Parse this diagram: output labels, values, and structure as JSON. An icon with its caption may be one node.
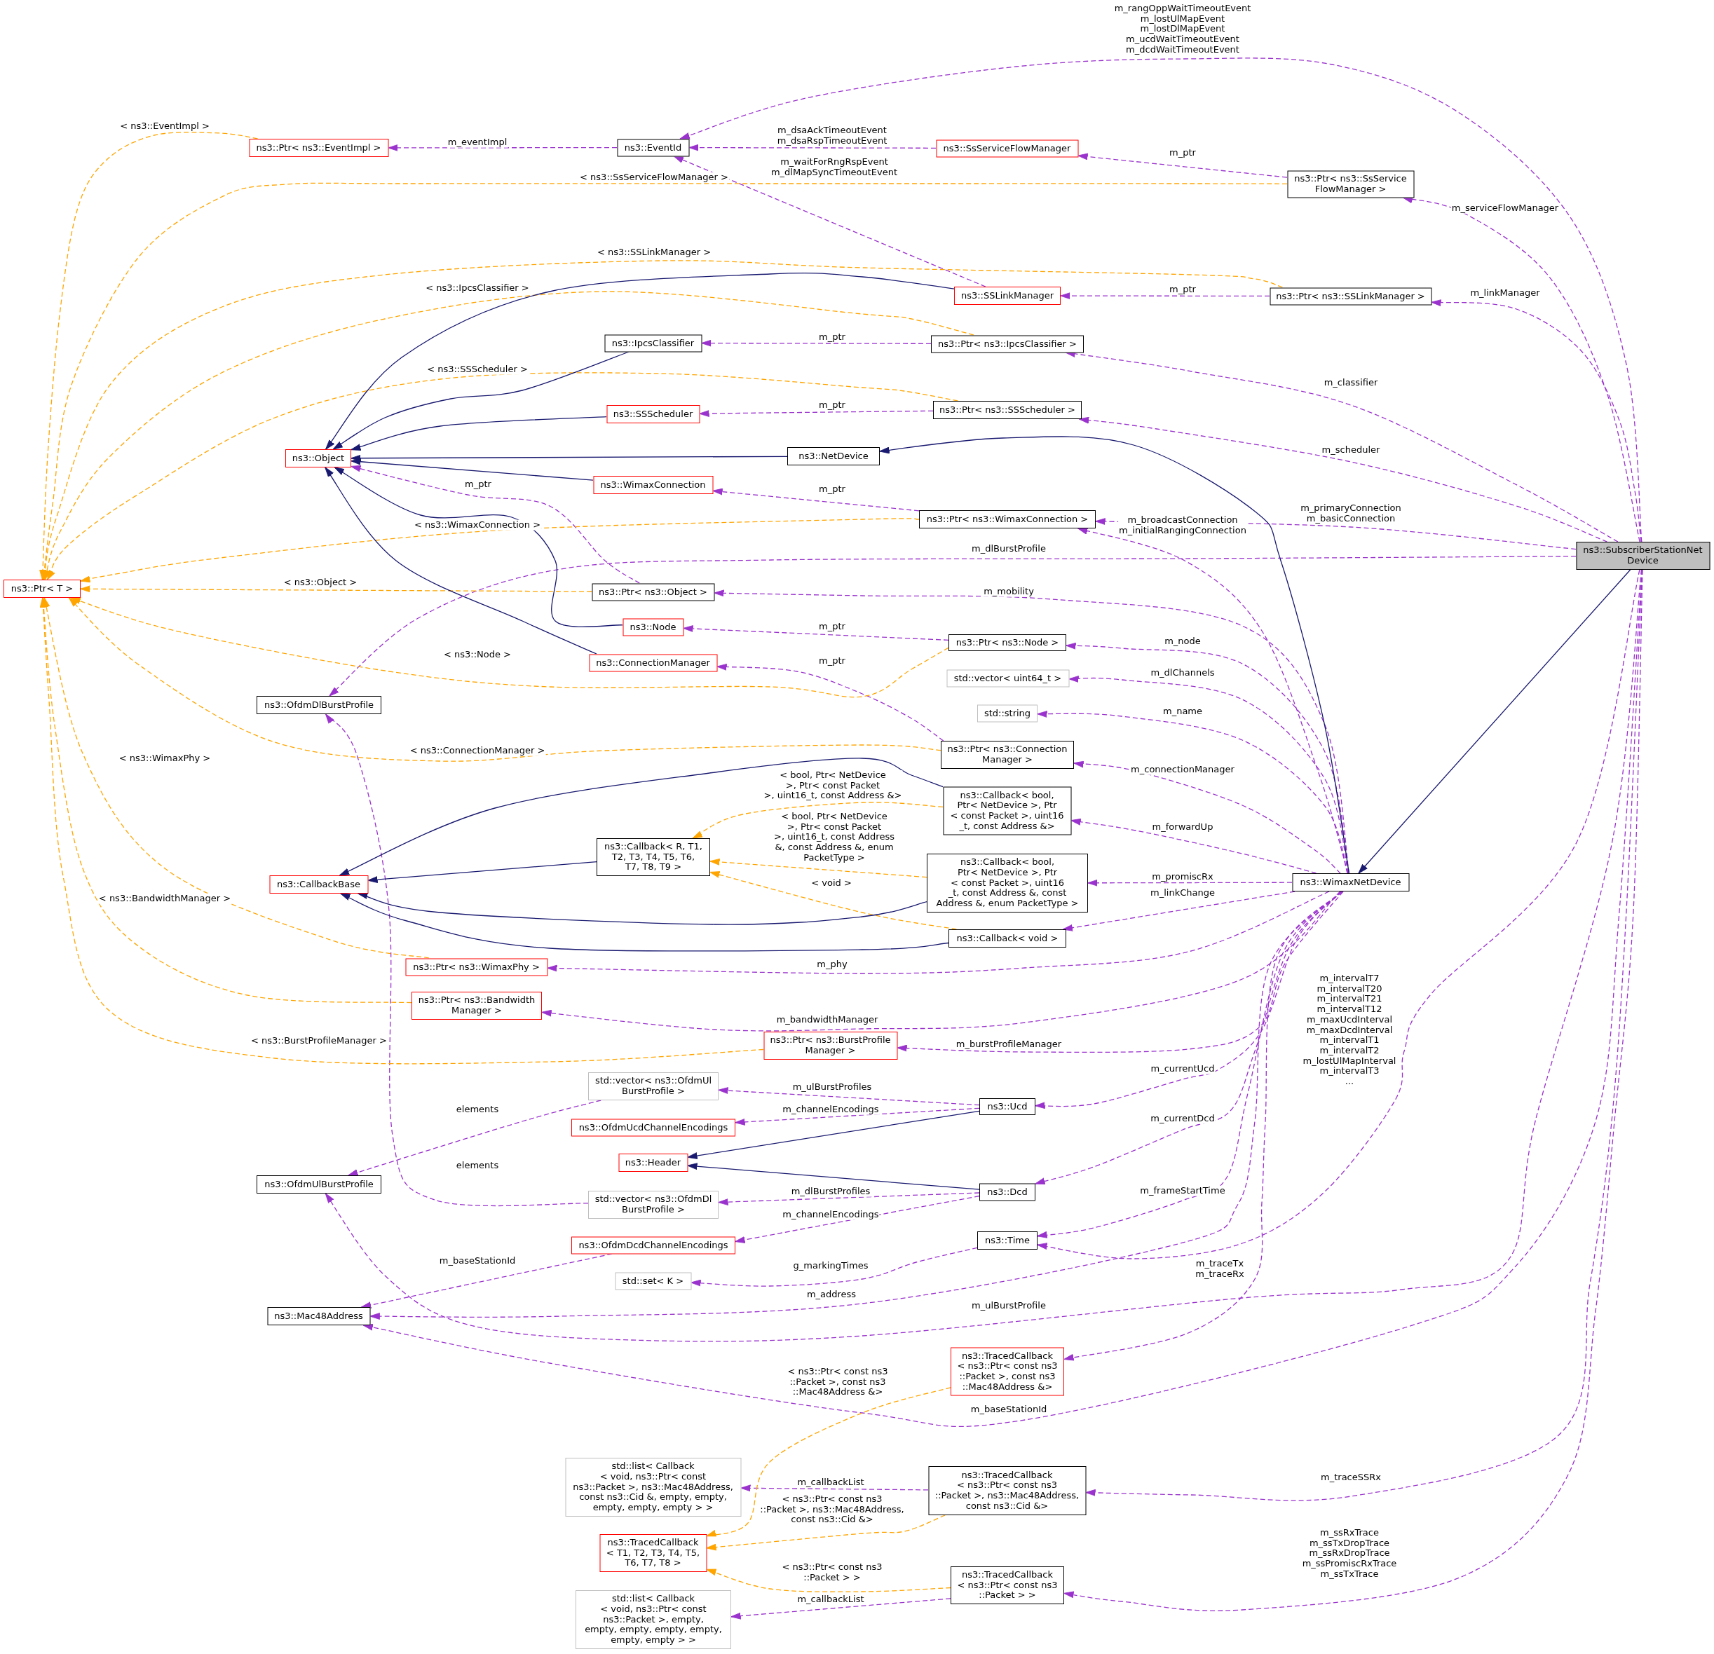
{
  "diagram": {
    "nodes": [
      {
        "text": [
          "ns3::Ptr< ns3::EventImpl >"
        ]
      },
      {
        "text": [
          "ns3::EventId"
        ]
      },
      {
        "text": [
          "ns3::SsServiceFlowManager"
        ]
      },
      {
        "text": [
          "ns3::Ptr< ns3::SsService FlowManager >"
        ]
      },
      {
        "text": [
          "ns3::SSLinkManager"
        ]
      },
      {
        "text": [
          "ns3::Ptr< ns3::SSLinkManager >"
        ]
      },
      {
        "text": [
          "ns3::IpcsClassifier"
        ]
      },
      {
        "text": [
          "ns3::Ptr< ns3::IpcsClassifier >"
        ]
      },
      {
        "text": [
          "ns3::SSScheduler"
        ]
      },
      {
        "text": [
          "ns3::Ptr< ns3::SSScheduler >"
        ]
      },
      {
        "text": [
          "ns3::Object"
        ]
      },
      {
        "text": [
          "ns3::NetDevice"
        ]
      },
      {
        "text": [
          "ns3::WimaxConnection"
        ]
      },
      {
        "text": [
          "ns3::Ptr< ns3::WimaxConnection >"
        ]
      },
      {
        "text": [
          "ns3::SubscriberStationNet Device"
        ]
      },
      {
        "text": [
          "ns3::Ptr< T >"
        ]
      },
      {
        "text": [
          "ns3::Ptr< ns3::Object >"
        ]
      },
      {
        "text": [
          "ns3::Node"
        ]
      },
      {
        "text": [
          "ns3::Ptr< ns3::Node >"
        ]
      },
      {
        "text": [
          "ns3::ConnectionManager"
        ]
      },
      {
        "text": [
          "std::vector< uint64_t >"
        ]
      },
      {
        "text": [
          "ns3::OfdmDlBurstProfile"
        ]
      },
      {
        "text": [
          "std::string"
        ]
      },
      {
        "text": [
          "ns3::Ptr< ns3::Connection Manager >"
        ]
      },
      {
        "text": [
          "ns3::Callback< bool, Ptr< NetDevice >, Ptr < const Packet >, uint16 _t, const Address &>"
        ]
      },
      {
        "text": [
          "ns3::Callback< R, T1, T2, T3, T4, T5, T6, T7, T8, T9 >"
        ]
      },
      {
        "text": [
          "ns3::CallbackBase"
        ]
      },
      {
        "text": [
          "ns3::Callback< bool, Ptr< NetDevice >, Ptr < const Packet >, uint16 _t, const Address &, const Address &, enum PacketType >"
        ]
      },
      {
        "text": [
          "ns3::WimaxNetDevice"
        ]
      },
      {
        "text": [
          "ns3::Callback< void >"
        ]
      },
      {
        "text": [
          "ns3::Ptr< ns3::WimaxPhy >"
        ]
      },
      {
        "text": [
          "ns3::Ptr< ns3::Bandwidth Manager >"
        ]
      },
      {
        "text": [
          "ns3::Ptr< ns3::BurstProfile Manager >"
        ]
      },
      {
        "text": [
          "std::vector< ns3::OfdmUl BurstProfile >"
        ]
      },
      {
        "text": [
          "ns3::Ucd"
        ]
      },
      {
        "text": [
          "ns3::OfdmUcdChannelEncodings"
        ]
      },
      {
        "text": [
          "ns3::Header"
        ]
      },
      {
        "text": [
          "ns3::OfdmUlBurstProfile"
        ]
      },
      {
        "text": [
          "ns3::Dcd"
        ]
      },
      {
        "text": [
          "std::vector< ns3::OfdmDl BurstProfile >"
        ]
      },
      {
        "text": [
          "ns3::OfdmDcdChannelEncodings"
        ]
      },
      {
        "text": [
          "ns3::Time"
        ]
      },
      {
        "text": [
          "std::set< K >"
        ]
      },
      {
        "text": [
          "ns3::Mac48Address"
        ]
      },
      {
        "text": [
          "ns3::TracedCallback < ns3::Ptr< const ns3 ::Packet >, const ns3 ::Mac48Address &>"
        ]
      },
      {
        "text": [
          "std::list< Callback < void, ns3::Ptr< const ns3::Packet >, ns3::Mac48Address, const ns3::Cid &, empty, empty, empty, empty, empty > >"
        ]
      },
      {
        "text": [
          "ns3::TracedCallback < ns3::Ptr< const ns3 ::Packet >, ns3::Mac48Address, const ns3::Cid &>"
        ]
      },
      {
        "text": [
          "ns3::TracedCallback < T1, T2, T3, T4, T5, T6, T7, T8 >"
        ]
      },
      {
        "text": [
          "ns3::TracedCallback < ns3::Ptr< const ns3 ::Packet > >"
        ]
      },
      {
        "text": [
          "std::list< Callback < void, ns3::Ptr< const ns3::Packet >, empty, empty, empty, empty, empty, empty, empty > >"
        ]
      }
    ],
    "edges": [
      {
        "from": 14,
        "to": 1,
        "arrow": "to",
        "label": "m_rangOppWaitTimeoutEvent m_lostUlMapEvent m_lostDlMapEvent m_ucdWaitTimeoutEvent m_dcdWaitTimeoutEvent",
        "style": "dashed"
      },
      {
        "from": 1,
        "to": 0,
        "arrow": "to",
        "label": "m_eventImpl",
        "style": "dashed"
      },
      {
        "from": 2,
        "to": 1,
        "arrow": "to",
        "label": "m_dsaAckTimeoutEvent m_dsaRspTimeoutEvent",
        "style": "dashed"
      },
      {
        "from": 4,
        "to": 1,
        "arrow": "to",
        "label": "m_waitForRngRspEvent m_dlMapSyncTimeoutEvent",
        "style": "dashed"
      },
      {
        "from": 3,
        "to": 2,
        "arrow": "to",
        "label": "m_ptr",
        "style": "dashed"
      },
      {
        "from": 14,
        "to": 3,
        "arrow": "to",
        "label": "m_serviceFlowManager",
        "style": "dashed"
      },
      {
        "from": 5,
        "to": 4,
        "arrow": "to",
        "label": "m_ptr",
        "style": "dashed"
      },
      {
        "from": 14,
        "to": 5,
        "arrow": "to",
        "label": "m_linkManager",
        "style": "dashed"
      },
      {
        "from": 7,
        "to": 6,
        "arrow": "to",
        "label": "m_ptr",
        "style": "dashed"
      },
      {
        "from": 14,
        "to": 7,
        "arrow": "to",
        "label": "m_classifier",
        "style": "dashed"
      },
      {
        "from": 9,
        "to": 8,
        "arrow": "to",
        "label": "m_ptr",
        "style": "dashed"
      },
      {
        "from": 14,
        "to": 9,
        "arrow": "to",
        "label": "m_scheduler",
        "style": "dashed"
      },
      {
        "from": 13,
        "to": 12,
        "arrow": "to",
        "label": "m_ptr",
        "style": "dashed"
      },
      {
        "from": 14,
        "to": 13,
        "arrow": "to",
        "label": "m_primaryConnection m_basicConnection",
        "style": "dashed"
      },
      {
        "from": 28,
        "to": 13,
        "arrow": "to",
        "label": "m_broadcastConnection m_initialRangingConnection",
        "style": "dashed"
      },
      {
        "from": 14,
        "to": 21,
        "arrow": "to",
        "label": "m_dlBurstProfile",
        "style": "dashed"
      },
      {
        "from": 16,
        "to": 10,
        "arrow": "to",
        "label": "m_ptr",
        "style": "dashed"
      },
      {
        "from": 28,
        "to": 16,
        "arrow": "to",
        "label": "m_mobility",
        "style": "dashed"
      },
      {
        "from": 18,
        "to": 17,
        "arrow": "to",
        "label": "m_ptr",
        "style": "dashed"
      },
      {
        "from": 28,
        "to": 18,
        "arrow": "to",
        "label": "m_node",
        "style": "dashed"
      },
      {
        "from": 23,
        "to": 19,
        "arrow": "to",
        "label": "m_ptr",
        "style": "dashed"
      },
      {
        "from": 28,
        "to": 20,
        "arrow": "to",
        "label": "m_dlChannels",
        "style": "dashed"
      },
      {
        "from": 28,
        "to": 22,
        "arrow": "to",
        "label": "m_name",
        "style": "dashed"
      },
      {
        "from": 28,
        "to": 23,
        "arrow": "to",
        "label": "m_connectionManager",
        "style": "dashed"
      },
      {
        "from": 28,
        "to": 24,
        "arrow": "to",
        "label": "m_forwardUp",
        "style": "dashed"
      },
      {
        "from": 28,
        "to": 27,
        "arrow": "to",
        "label": "m_promiscRx",
        "style": "dashed"
      },
      {
        "from": 28,
        "to": 29,
        "arrow": "to",
        "label": "m_linkChange",
        "style": "dashed"
      },
      {
        "from": 28,
        "to": 30,
        "arrow": "to",
        "label": "m_phy",
        "style": "dashed"
      },
      {
        "from": 28,
        "to": 31,
        "arrow": "to",
        "label": "m_bandwidthManager",
        "style": "dashed"
      },
      {
        "from": 28,
        "to": 32,
        "arrow": "to",
        "label": "m_burstProfileManager",
        "style": "dashed"
      },
      {
        "from": 34,
        "to": 33,
        "arrow": "to",
        "label": "m_ulBurstProfiles",
        "style": "dashed"
      },
      {
        "from": 34,
        "to": 35,
        "arrow": "to",
        "label": "m_channelEncodings",
        "style": "dashed"
      },
      {
        "from": 28,
        "to": 34,
        "arrow": "to",
        "label": "m_currentUcd",
        "style": "dashed"
      },
      {
        "from": 33,
        "to": 37,
        "arrow": "to",
        "label": "elements",
        "style": "dashed"
      },
      {
        "from": 39,
        "to": 21,
        "arrow": "to",
        "label": "elements",
        "style": "dashed"
      },
      {
        "from": 38,
        "to": 39,
        "arrow": "to",
        "label": "m_dlBurstProfiles",
        "style": "dashed"
      },
      {
        "from": 38,
        "to": 40,
        "arrow": "to",
        "label": "m_channelEncodings",
        "style": "dashed"
      },
      {
        "from": 28,
        "to": 38,
        "arrow": "to",
        "label": "m_currentDcd",
        "style": "dashed"
      },
      {
        "from": 28,
        "to": 41,
        "arrow": "to",
        "label": "m_frameStartTime",
        "style": "dashed"
      },
      {
        "from": 14,
        "to": 41,
        "arrow": "to",
        "label": "m_intervalT7 m_intervalT20 m_intervalT21 m_intervalT12 m_maxUcdInterval m_maxDcdInterval m_intervalT1 m_intervalT2 m_lostUlMapInterval m_intervalT3 ...",
        "style": "dashed"
      },
      {
        "from": 41,
        "to": 42,
        "arrow": "to",
        "label": "g_markingTimes",
        "style": "dashed"
      },
      {
        "from": 28,
        "to": 43,
        "arrow": "to",
        "label": "m_address",
        "style": "dashed"
      },
      {
        "from": 40,
        "to": 43,
        "arrow": "to",
        "label": "m_baseStationId",
        "style": "dashed"
      },
      {
        "from": 14,
        "to": 37,
        "arrow": "to",
        "label": "m_ulBurstProfile",
        "style": "dashed"
      },
      {
        "from": 14,
        "to": 43,
        "arrow": "to",
        "label": "m_baseStationId",
        "style": "dashed"
      },
      {
        "from": 28,
        "to": 44,
        "arrow": "to",
        "label": "m_traceTx m_traceRx",
        "style": "dashed"
      },
      {
        "from": 46,
        "to": 45,
        "arrow": "to",
        "label": "m_callbackList",
        "style": "dashed"
      },
      {
        "from": 14,
        "to": 46,
        "arrow": "to",
        "label": "m_traceSSRx",
        "style": "dashed"
      },
      {
        "from": 48,
        "to": 49,
        "arrow": "to",
        "label": "m_callbackList",
        "style": "dashed"
      },
      {
        "from": 14,
        "to": 48,
        "arrow": "to",
        "label": "m_ssRxTrace m_ssTxDropTrace m_ssRxDropTrace m_ssPromiscRxTrace m_ssTxTrace",
        "style": "dashed"
      },
      {
        "from": 0,
        "to": 15,
        "arrow": "to",
        "label": "< ns3::EventImpl >",
        "style": "dashed",
        "color": "#ffa500"
      },
      {
        "from": 3,
        "to": 15,
        "arrow": "to",
        "label": "< ns3::SsServiceFlowManager >",
        "style": "dashed",
        "color": "#ffa500"
      },
      {
        "from": 5,
        "to": 15,
        "arrow": "to",
        "label": "< ns3::SSLinkManager >",
        "style": "dashed",
        "color": "#ffa500"
      },
      {
        "from": 7,
        "to": 15,
        "arrow": "to",
        "label": "< ns3::IpcsClassifier >",
        "style": "dashed",
        "color": "#ffa500"
      },
      {
        "from": 9,
        "to": 15,
        "arrow": "to",
        "label": "< ns3::SSScheduler >",
        "style": "dashed",
        "color": "#ffa500"
      },
      {
        "from": 13,
        "to": 15,
        "arrow": "to",
        "label": "< ns3::WimaxConnection >",
        "style": "dashed",
        "color": "#ffa500"
      },
      {
        "from": 16,
        "to": 15,
        "arrow": "to",
        "label": "< ns3::Object >",
        "style": "dashed",
        "color": "#ffa500"
      },
      {
        "from": 18,
        "to": 15,
        "arrow": "to",
        "label": "< ns3::Node >",
        "style": "dashed",
        "color": "#ffa500"
      },
      {
        "from": 23,
        "to": 15,
        "arrow": "to",
        "label": "< ns3::ConnectionManager >",
        "style": "dashed",
        "color": "#ffa500"
      },
      {
        "from": 30,
        "to": 15,
        "arrow": "to",
        "label": "< ns3::WimaxPhy >",
        "style": "dashed",
        "color": "#ffa500"
      },
      {
        "from": 31,
        "to": 15,
        "arrow": "to",
        "label": "< ns3::BandwidthManager >",
        "style": "dashed",
        "color": "#ffa500"
      },
      {
        "from": 32,
        "to": 15,
        "arrow": "to",
        "label": "< ns3::BurstProfileManager >",
        "style": "dashed",
        "color": "#ffa500"
      },
      {
        "from": 24,
        "to": 25,
        "arrow": "to",
        "label": "< bool, Ptr< NetDevice >, Ptr< const Packet >, uint16_t, const Address &>",
        "style": "dashed",
        "color": "#ffa500"
      },
      {
        "from": 27,
        "to": 25,
        "arrow": "to",
        "label": "< bool, Ptr< NetDevice >, Ptr< const Packet >, uint16_t, const Address &, const Address &, enum PacketType >",
        "style": "dashed",
        "color": "#ffa500"
      },
      {
        "from": 29,
        "to": 25,
        "arrow": "to",
        "label": "< void >",
        "style": "dashed",
        "color": "#ffa500"
      },
      {
        "from": 44,
        "to": 47,
        "arrow": "to",
        "label": "< ns3::Ptr< const ns3 ::Packet >, const ns3 ::Mac48Address &>",
        "style": "dashed",
        "color": "#ffa500"
      },
      {
        "from": 46,
        "to": 47,
        "arrow": "to",
        "label": "< ns3::Ptr< const ns3 ::Packet >, ns3::Mac48Address, const ns3::Cid &>",
        "style": "dashed",
        "color": "#ffa500"
      },
      {
        "from": 48,
        "to": 47,
        "arrow": "to",
        "label": "< ns3::Ptr< const ns3 ::Packet > >",
        "style": "dashed",
        "color": "#ffa500"
      },
      {
        "from": 4,
        "to": 10,
        "arrow": "to",
        "color": "#191970"
      },
      {
        "from": 6,
        "to": 10,
        "arrow": "to",
        "color": "#191970"
      },
      {
        "from": 8,
        "to": 10,
        "arrow": "to",
        "color": "#191970"
      },
      {
        "from": 11,
        "to": 10,
        "arrow": "to",
        "color": "#191970"
      },
      {
        "from": 12,
        "to": 10,
        "arrow": "to",
        "color": "#191970"
      },
      {
        "from": 17,
        "to": 10,
        "arrow": "to",
        "color": "#191970"
      },
      {
        "from": 19,
        "to": 10,
        "arrow": "to",
        "color": "#191970"
      },
      {
        "from": 24,
        "to": 26,
        "arrow": "to",
        "color": "#191970"
      },
      {
        "from": 25,
        "to": 26,
        "arrow": "to",
        "color": "#191970"
      },
      {
        "from": 27,
        "to": 26,
        "arrow": "to",
        "color": "#191970"
      },
      {
        "from": 29,
        "to": 26,
        "arrow": "to",
        "color": "#191970"
      },
      {
        "from": 28,
        "to": 11,
        "arrow": "to",
        "color": "#191970"
      },
      {
        "from": 14,
        "to": 28,
        "arrow": "to",
        "color": "#191970"
      },
      {
        "from": 34,
        "to": 36,
        "arrow": "to",
        "color": "#191970"
      },
      {
        "from": 38,
        "to": 36,
        "arrow": "to",
        "color": "#191970"
      }
    ]
  }
}
